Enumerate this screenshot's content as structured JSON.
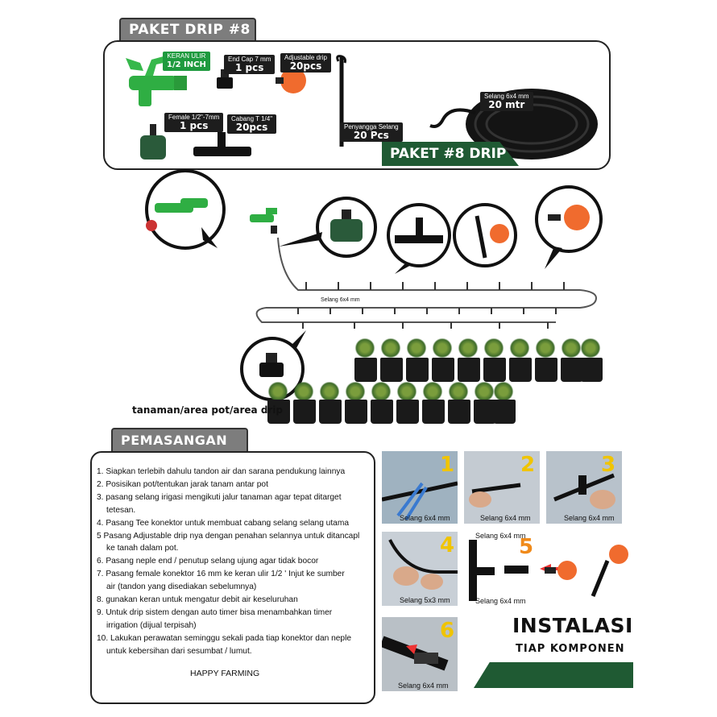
{
  "top": {
    "header": "PAKET DRIP #8",
    "components": [
      {
        "name": "KERAN ULIR",
        "qty": "1/2 INCH"
      },
      {
        "name": "End Cap 7 mm",
        "qty": "1 pcs"
      },
      {
        "name": "Adjustable drip",
        "qty": "20pcs"
      },
      {
        "name": "Female 1/2\"-7mm",
        "qty": "1 pcs"
      },
      {
        "name": "Cabang T 1/4\"",
        "qty": "20pcs"
      },
      {
        "name": "Penyangga Selang",
        "qty": "20 Pcs"
      },
      {
        "name": "Selang 6x4 mm",
        "qty": "20 mtr"
      }
    ],
    "badge": "PAKET #8 DRIP"
  },
  "diagram": {
    "hose_label": "Selang 6x4 mm",
    "area_label": "tanaman/area pot/area drip"
  },
  "install": {
    "header": "PEMASANGAN",
    "steps": [
      "1. Siapkan terlebih dahulu tandon air dan sarana pendukung lainnya",
      "2. Posisikan pot/tentukan jarak tanam antar pot",
      "3. pasang selang irigasi mengikuti jalur tanaman agar tepat ditarget",
      "   tetesan.",
      "4. Pasang Tee konektor untuk membuat cabang selang selang utama",
      "5  Pasang Adjustable drip nya dengan penahan selannya untuk ditancapl",
      "   ke tanah dalam pot.",
      "6. Pasang neple end / penutup selang ujung agar tidak bocor",
      "7. Pasang female konektor 16 mm ke keran ulir 1/2 ' Injut ke sumber",
      "   air (tandon yang disediakan sebelumnya)",
      "8. gunakan keran untuk mengatur debit air keseluruhan",
      "9.  Untuk drip sistem dengan auto timer bisa menambahkan timer",
      "   irrigation (dijual terpisah)",
      "10. Lakukan perawatan seminggu sekali pada tiap konektor dan neple",
      "   untuk kebersihan dari sesumbat / lumut."
    ],
    "footer": "HAPPY FARMING"
  },
  "photos": [
    {
      "num": "1",
      "caption": "Selang 6x4  mm"
    },
    {
      "num": "2",
      "caption": "Selang 6x4  mm"
    },
    {
      "num": "3",
      "caption": "Selang  6x4  mm"
    },
    {
      "num": "4",
      "caption": "Selang  5x3  mm"
    },
    {
      "num": "5",
      "caption_top": "Selang 6x4 mm",
      "caption_bottom": "Selang 6x4 mm"
    },
    {
      "num": "6",
      "caption": "Selang  6x4  mm"
    }
  ],
  "instalasi": {
    "line1": "INSTALASI",
    "line2": "TIAP KOMPONEN"
  }
}
